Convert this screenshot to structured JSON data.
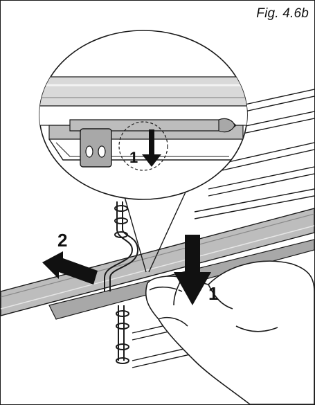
{
  "figure": {
    "label": "Fig. 4.6b"
  },
  "callouts": {
    "step_1_detail": "1",
    "step_2": "2",
    "step_1_main": "1"
  },
  "colors": {
    "line": "#1a1a1a",
    "rail_gray": "#bdbdbd",
    "rail_dark": "#8a8a8a",
    "clip_gray": "#a8a8a8",
    "arrow_black": "#111111",
    "arrow_gray": "#9a9a9a",
    "background": "#ffffff"
  }
}
